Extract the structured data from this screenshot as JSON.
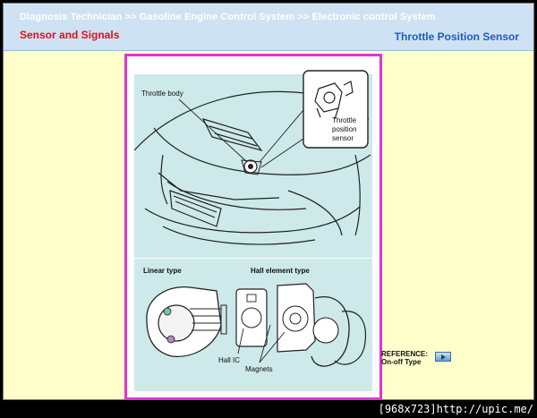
{
  "header": {
    "breadcrumb": "Diagnosis Technician >> Gasoline Engine Control System >> Electronic control System",
    "section_title": "Sensor and Signals",
    "page_title": "Throttle Position Sensor"
  },
  "figure": {
    "label_throttle_body": "Throttle body",
    "label_sensor_line1": "Throttle",
    "label_sensor_line2": "position",
    "label_sensor_line3": "sensor",
    "label_linear_type": "Linear type",
    "label_hall_type": "Hall element type",
    "label_hall_ic": "Hall IC",
    "label_magnets": "Magnets"
  },
  "reference": {
    "line1": "REFERENCE:",
    "line2": "On-off Type"
  },
  "footer": {
    "image_info": "[968x723]http://upic.me/"
  },
  "colors": {
    "header_bg": "#cfe2f4",
    "page_bg": "#ffffcc",
    "figure_border": "#e233d4",
    "figure_panel": "#cde9ea",
    "section_red": "#e0101a",
    "title_blue": "#1f5bbd"
  },
  "icons": {
    "reference_button": "play-arrow-icon"
  }
}
